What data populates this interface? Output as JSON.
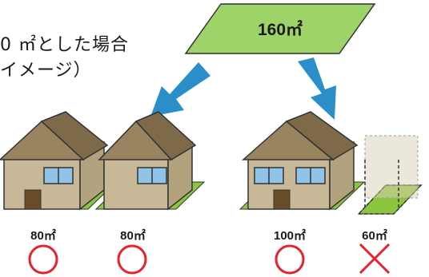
{
  "caption": {
    "line1": "0 ㎡とした場合",
    "line2": "イメージ）"
  },
  "total_area": {
    "label": "160㎡",
    "color": "#9ed36a"
  },
  "lots": [
    {
      "area": "80㎡",
      "verdict": "allowed",
      "mark": "○",
      "house": true
    },
    {
      "area": "80㎡",
      "verdict": "allowed",
      "mark": "○",
      "house": true
    },
    {
      "area": "100㎡",
      "verdict": "allowed",
      "mark": "○",
      "house": true
    },
    {
      "area": "60㎡",
      "verdict": "not-allowed",
      "mark": "×",
      "house": false
    }
  ],
  "colors": {
    "arrow": "#2a8fc8",
    "mark": "#e8212a",
    "lot": "#8cc63f",
    "wall": "#c8b897",
    "roof": "#9a8460",
    "window": "#8fc3e8"
  }
}
